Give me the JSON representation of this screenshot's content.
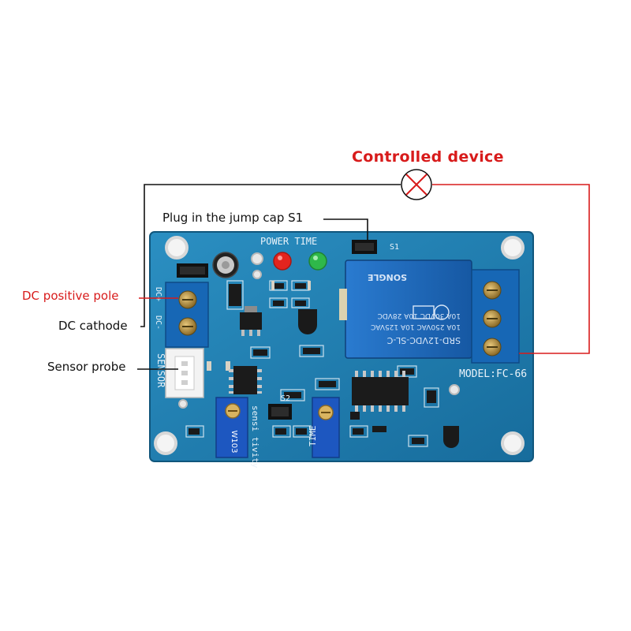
{
  "labels": {
    "controlled_device": "Controlled device",
    "jump_cap": "Plug in the jump cap S1",
    "dc_positive": "DC positive pole",
    "dc_cathode": "DC cathode",
    "sensor_probe": "Sensor probe"
  },
  "board_text": {
    "power_time": "POWER TIME",
    "s1": "S1",
    "s2": "S2",
    "model": "MODEL:FC-66",
    "sensor": "SENSOR",
    "sensitivity": "sensi tivity",
    "time": "TIME",
    "dc_plus": "DC+",
    "dc_minus": "DC-",
    "relay_model": "SRD-12VDC-SL-C",
    "relay_rating1": "10A 250VAC 10A 125VAC",
    "relay_rating2": "10A 30VDC 10A 28VDC",
    "relay_brand": "SONGLE",
    "pot_code": "W103"
  },
  "colors": {
    "board": "#1f7fb0",
    "board_dark": "#15648f",
    "wire_black": "#111111",
    "wire_red": "#d81b1b",
    "relay_blue": "#1b67b8",
    "terminal_blue": "#1767b5"
  }
}
